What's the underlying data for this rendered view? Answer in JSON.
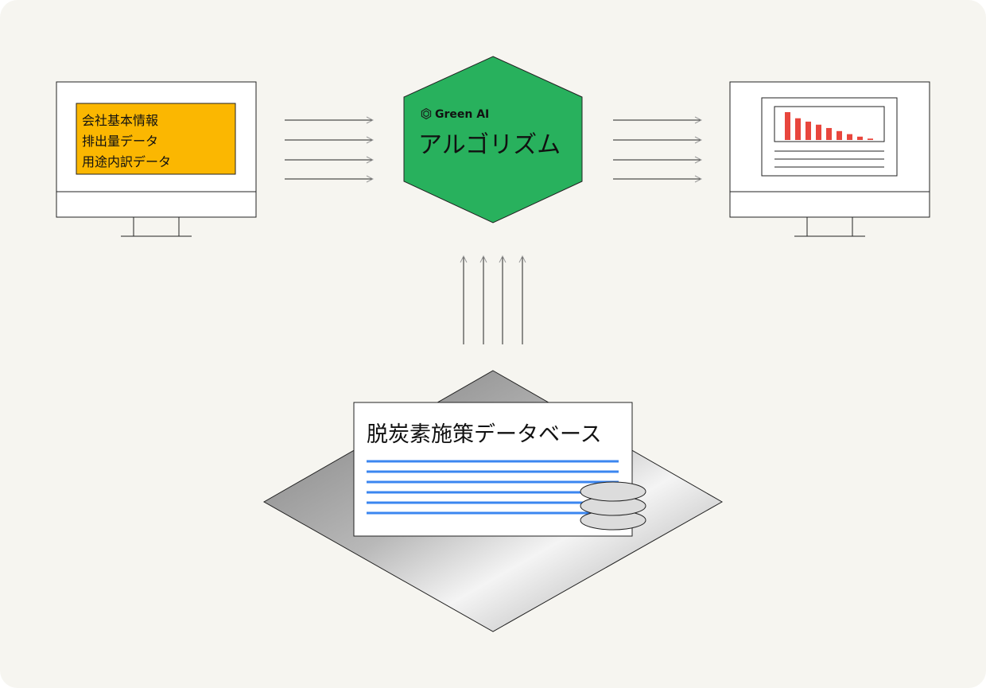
{
  "input_monitor": {
    "lines": [
      "会社基本情報",
      "排出量データ",
      "用途内訳データ"
    ]
  },
  "algorithm": {
    "brand": "Green AI",
    "title": "アルゴリズム"
  },
  "database": {
    "title": "脱炭素施策データベース"
  },
  "output_chart": {
    "relative_bar_values": [
      1.0,
      0.78,
      0.66,
      0.55,
      0.43,
      0.32,
      0.21,
      0.12,
      0.05
    ],
    "text_lines": 3
  },
  "colors": {
    "background": "#f6f5f0",
    "input_panel": "#fbb701",
    "hexagon": "#28b15d",
    "bars": "#e8463d",
    "db_lines": "#3b86f0"
  }
}
